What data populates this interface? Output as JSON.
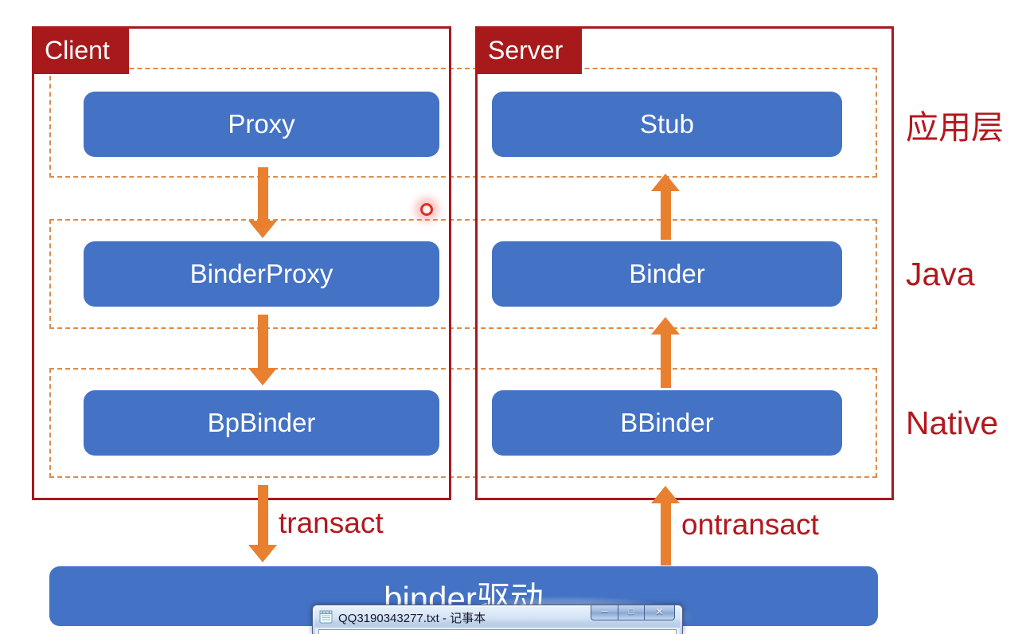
{
  "diagram": {
    "client_panel": {
      "label": "Client"
    },
    "server_panel": {
      "label": "Server"
    },
    "layers": [
      {
        "label": "应用层"
      },
      {
        "label": "Java"
      },
      {
        "label": "Native"
      }
    ],
    "client_boxes": [
      {
        "label": "Proxy"
      },
      {
        "label": "BinderProxy"
      },
      {
        "label": "BpBinder"
      }
    ],
    "server_boxes": [
      {
        "label": "Stub"
      },
      {
        "label": "Binder"
      },
      {
        "label": "BBinder"
      }
    ],
    "driver_bar": {
      "label": "binder驱动"
    },
    "flow_labels": {
      "transact": "transact",
      "ontransact": "ontransact"
    },
    "colors": {
      "box_blue": "#4472C4",
      "arrow_orange": "#E8802F",
      "dashed_orange": "#D98C4E",
      "panel_red": "#A8191C",
      "text_red": "#B2181E"
    }
  },
  "notepad_window": {
    "title": "QQ3190343277.txt - 记事本",
    "controls": {
      "minimize": "─",
      "maximize": "□",
      "close": "✕"
    }
  }
}
